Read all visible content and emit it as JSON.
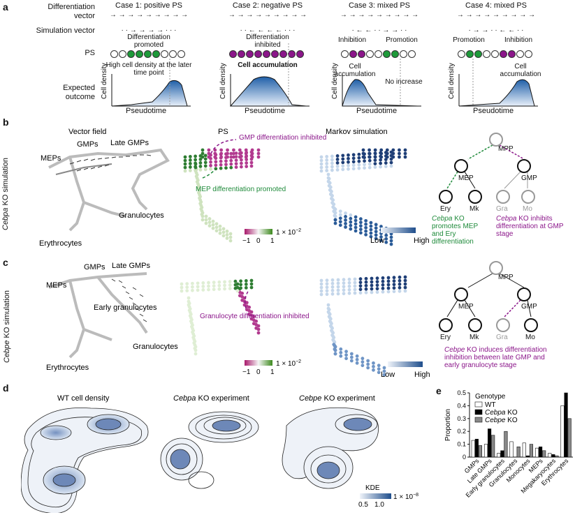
{
  "panel_a": {
    "letter": "a",
    "row_labels": {
      "differentiation_vector": "Differentiation vector",
      "simulation_vector": "Simulation vector",
      "ps": "PS",
      "expected_outcome": "Expected outcome"
    },
    "cases": [
      {
        "title": "Case 1: positive PS",
        "diff_arrows": "→ → → → → → → → →",
        "sim_arrows": "· · → → → → · · ·",
        "annotation": "Differentiation promoted",
        "ps": [
          "n",
          "n",
          "g",
          "g",
          "g",
          "g",
          "n",
          "n",
          "n"
        ],
        "outcome_label": "High cell density at the later time point",
        "outcome_bold": false
      },
      {
        "title": "Case 2: negative PS",
        "diff_arrows": "→ → → → → → → → →",
        "sim_arrows": "· · ← ← ← ← · · ·",
        "annotation": "Differentiation inhibited",
        "ps": [
          "p",
          "p",
          "p",
          "p",
          "p",
          "p",
          "p",
          "p",
          "p"
        ],
        "outcome_label": "Cell accumulation",
        "outcome_bold": true
      },
      {
        "title": "Case 3: mixed PS",
        "diff_arrows": "→ → → → → → → → →",
        "sim_arrows": "· ← ← · · → → · ·",
        "ann_left": "Inhibition",
        "ann_right": "Promotion",
        "ps": [
          "n",
          "p",
          "p",
          "n",
          "n",
          "g",
          "g",
          "n",
          "n"
        ],
        "outcome_left": "Cell accumulation",
        "outcome_right": "No increase"
      },
      {
        "title": "Case 4: mixed PS",
        "diff_arrows": "→ → → → → → → → →",
        "sim_arrows": "· → → · · ← ← · ·",
        "ann_left": "Promotion",
        "ann_right": "Inhibition",
        "ps": [
          "n",
          "g",
          "g",
          "n",
          "n",
          "p",
          "p",
          "n",
          "n"
        ],
        "outcome_right": "Cell accumulation"
      }
    ],
    "axis_y": "Cell density",
    "axis_x": "Pseudotime"
  },
  "panel_b": {
    "letter": "b",
    "side_label_gene": "Cebpa",
    "side_label_rest": " KO simulation",
    "vf_title": "Vector field",
    "labels": {
      "meps": "MEPs",
      "gmps": "GMPs",
      "late_gmps": "Late GMPs",
      "granulocytes": "Granulocytes",
      "erythrocytes": "Erythrocytes"
    },
    "ps_title": "PS",
    "ps_annot_gmp": "GMP differentiation inhibited",
    "ps_annot_mep": "MEP differentiation promoted",
    "colorbar_ticks": [
      "−1",
      "0",
      "1"
    ],
    "colorbar_scale": "1 × 10",
    "colorbar_exp": "−2",
    "markov_title": "Markov simulation",
    "markov_low": "Low",
    "markov_high": "High",
    "tree": {
      "mpp": "MPP",
      "mep": "MEP",
      "gmp": "GMP",
      "ery": "Ery",
      "mk": "Mk",
      "gra": "Gra",
      "mo": "Mo"
    },
    "note_green": {
      "gene": "Cebpa",
      "text": " KO promotes MEP and Ery differentiation"
    },
    "note_purple": {
      "gene": "Cebpa",
      "text": " KO inhibits differentiation at GMP stage"
    }
  },
  "panel_c": {
    "letter": "c",
    "side_label_gene": "Cebpe",
    "side_label_rest": " KO simulation",
    "labels": {
      "meps": "MEPs",
      "gmps": "GMPs",
      "late_gmps": "Late GMPs",
      "early_gran": "Early granulocytes",
      "granulocytes": "Granulocytes",
      "erythrocytes": "Erythrocytes"
    },
    "ps_annot": "Granulocyte differentiation inhibited",
    "colorbar_ticks": [
      "−1",
      "0",
      "1"
    ],
    "colorbar_scale": "1 × 10",
    "colorbar_exp": "−2",
    "markov_low": "Low",
    "markov_high": "High",
    "tree": {
      "mpp": "MPP",
      "mep": "MEP",
      "gmp": "GMP",
      "ery": "Ery",
      "mk": "Mk",
      "gra": "Gra",
      "mo": "Mo"
    },
    "note_purple": {
      "gene": "Cebpe",
      "text": " KO induces differentiation inhibition between late GMP and early granulocyte stage"
    }
  },
  "panel_d": {
    "letter": "d",
    "titles": [
      {
        "gene": "",
        "text": "WT cell density"
      },
      {
        "gene": "Cebpa",
        "text": " KO experiment"
      },
      {
        "gene": "Cebpe",
        "text": " KO experiment"
      }
    ],
    "kde_label": "KDE",
    "kde_ticks": [
      "0.5",
      "1.0"
    ],
    "kde_scale": "1 × 10",
    "kde_exp": "−8"
  },
  "panel_e": {
    "letter": "e",
    "legend_title": "Genotype",
    "colors": {
      "WT": "#ffffff",
      "Cebpa KO": "#000000",
      "Cebpe KO": "#888888"
    },
    "chart_data": {
      "type": "bar",
      "categories": [
        "GMPs",
        "Late GMPs",
        "Early granulocytes",
        "Granulocytes",
        "Monocytes",
        "MEPs",
        "Megakaryocytes",
        "Erythrocytes"
      ],
      "series": [
        {
          "name": "WT",
          "values": [
            0.13,
            0.1,
            0.03,
            0.12,
            0.11,
            0.07,
            0.03,
            0.4
          ]
        },
        {
          "name": "Cebpa KO",
          "values": [
            0.14,
            0.22,
            0.05,
            0.0,
            0.01,
            0.08,
            0.02,
            0.5
          ]
        },
        {
          "name": "Cebpe KO",
          "values": [
            0.09,
            0.17,
            0.2,
            0.08,
            0.1,
            0.05,
            0.01,
            0.3
          ]
        }
      ],
      "ylabel": "Proportion",
      "ylim": [
        0,
        0.5
      ],
      "yticks": [
        "0",
        "0.1",
        "0.2",
        "0.3",
        "0.4",
        "0.5"
      ]
    }
  }
}
